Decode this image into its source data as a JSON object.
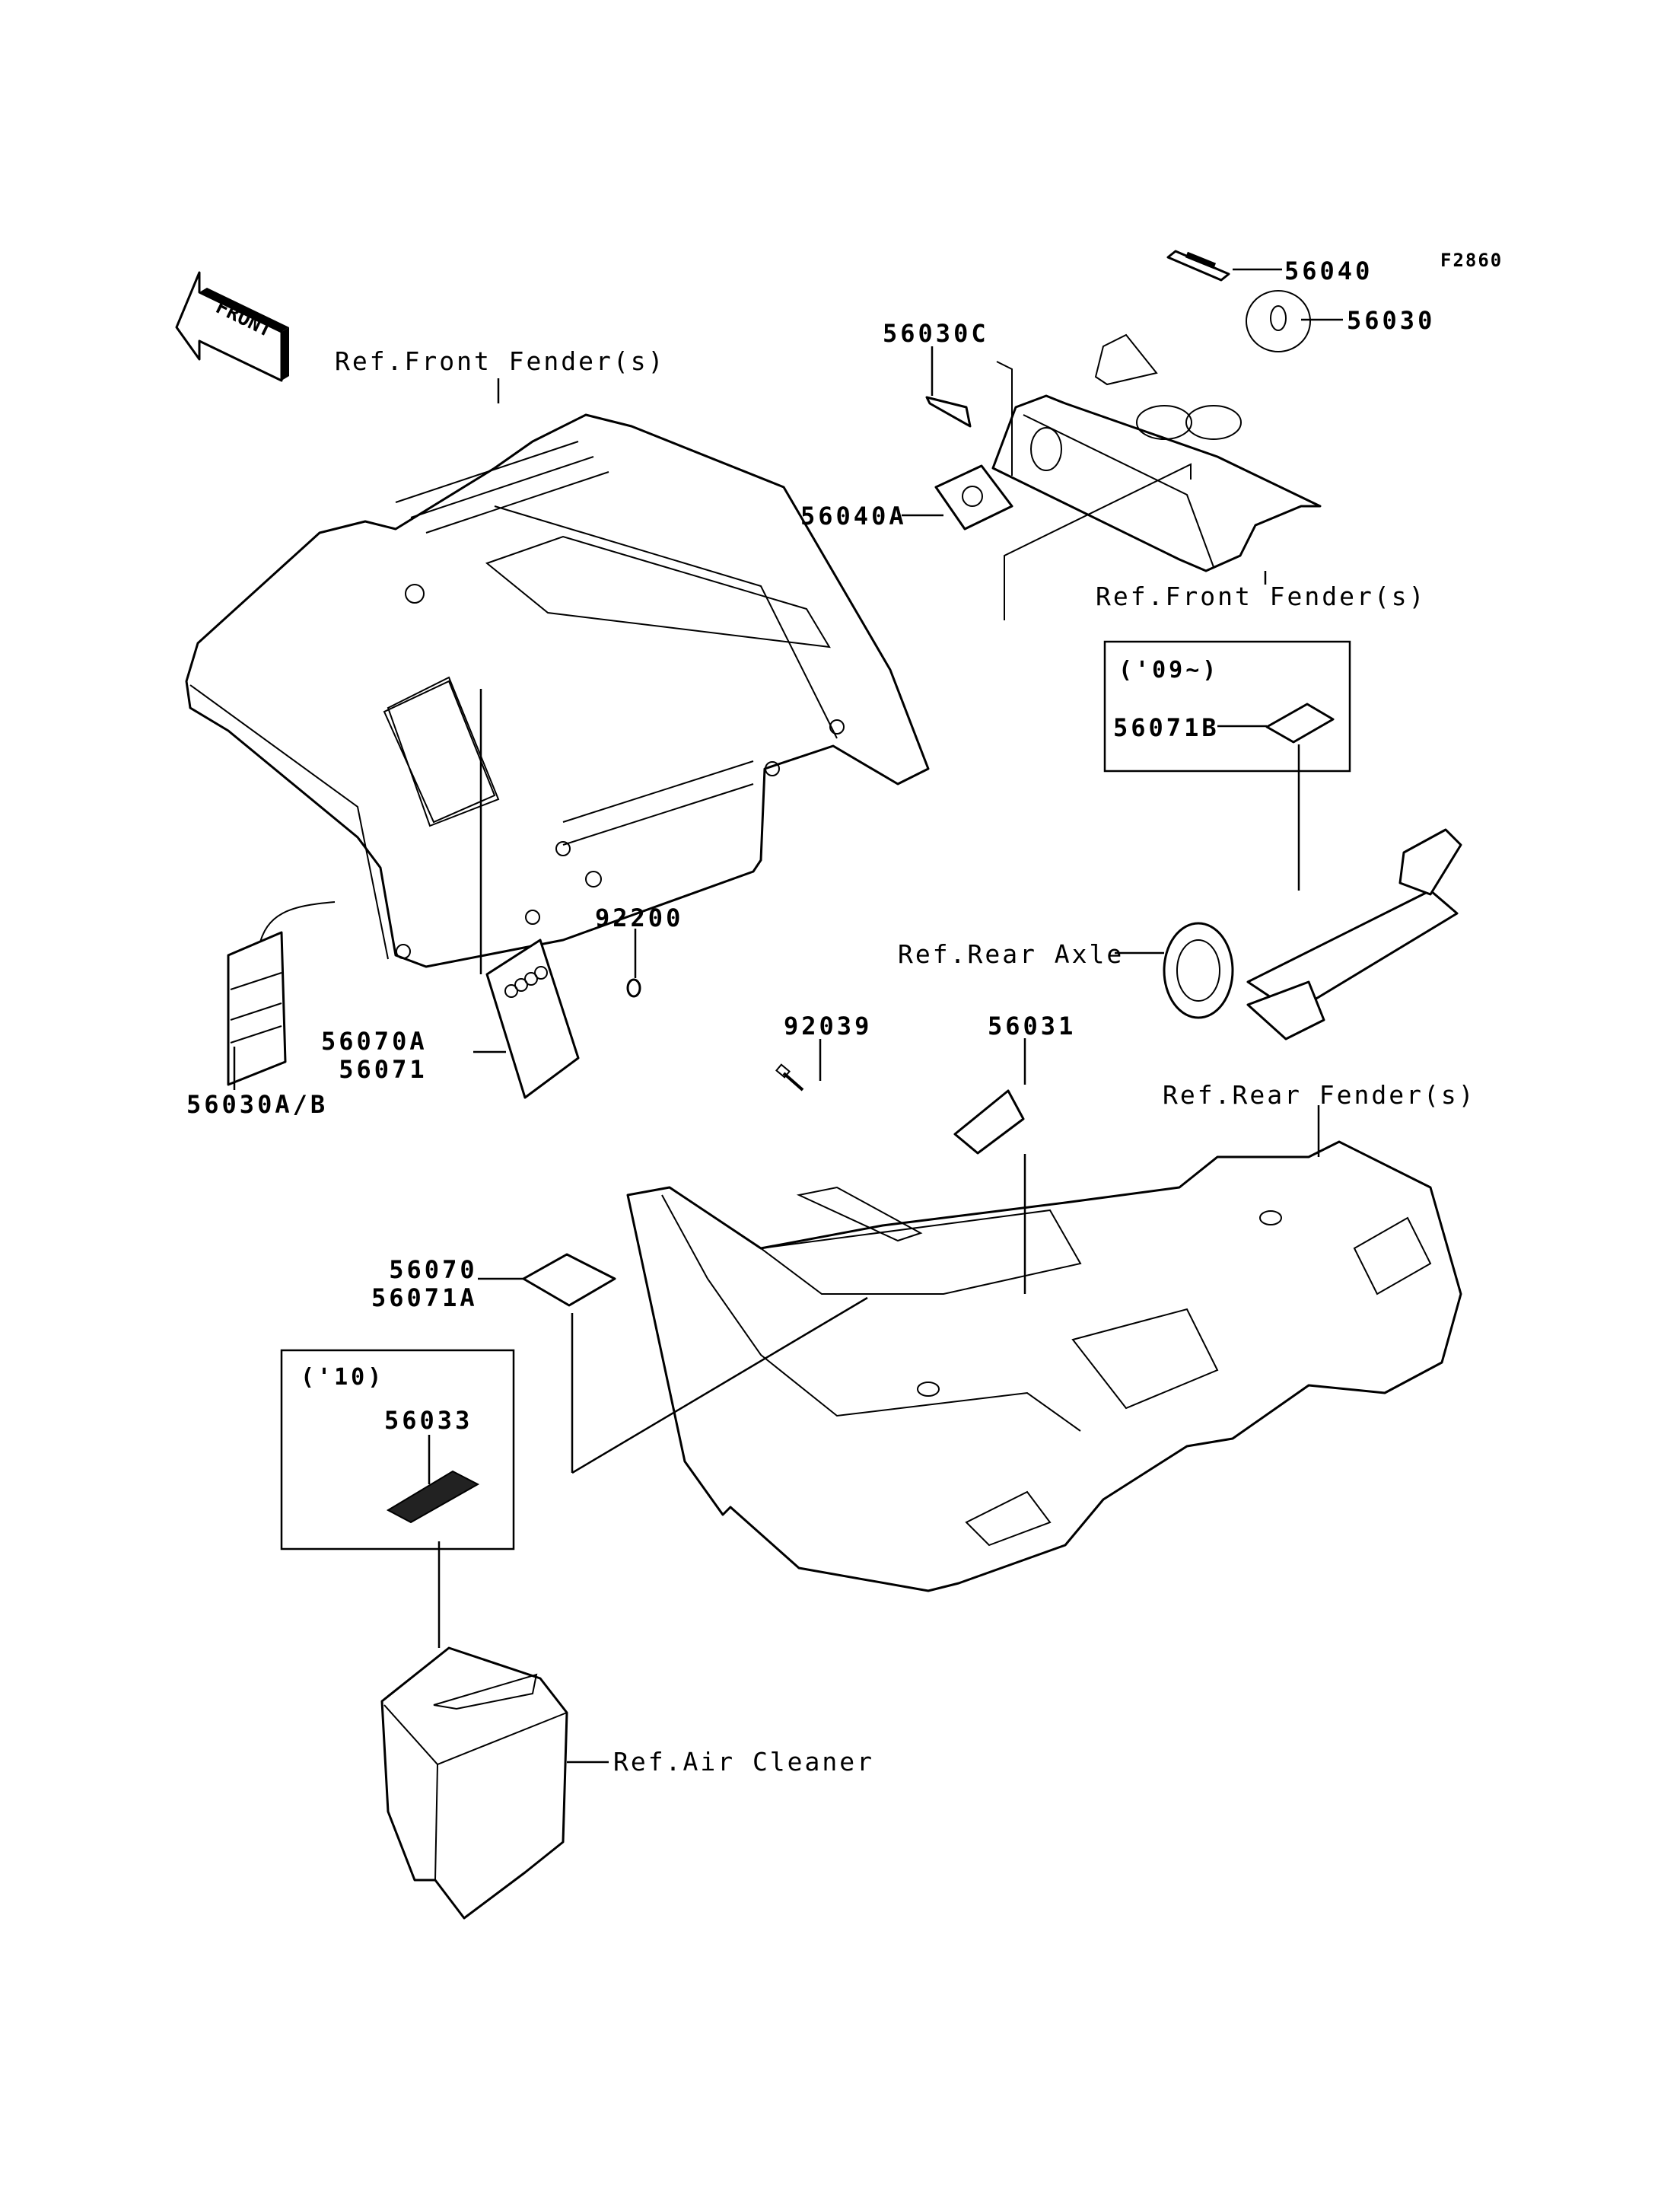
{
  "figure_id": "F2860",
  "direction_indicator": {
    "label": "FRONT",
    "icon": "front-arrow-icon"
  },
  "references": {
    "front_fender_left": "Ref.Front Fender(s)",
    "front_fender_right": "Ref.Front Fender(s)",
    "rear_axle": "Ref.Rear Axle",
    "rear_fender": "Ref.Rear Fender(s)",
    "air_cleaner": "Ref.Air Cleaner"
  },
  "variant_boxes": [
    {
      "year_label": "('09~)",
      "part": "56071B"
    },
    {
      "year_label": "('10)",
      "part": "56033"
    }
  ],
  "parts": [
    {
      "number": "56040",
      "description": "label"
    },
    {
      "number": "56030",
      "description": "label"
    },
    {
      "number": "56030C",
      "description": "label"
    },
    {
      "number": "56040A",
      "description": "label"
    },
    {
      "number": "56071B",
      "description": "label"
    },
    {
      "number": "92200",
      "description": "nut"
    },
    {
      "number": "56070A",
      "description": "label"
    },
    {
      "number": "56071",
      "description": "label"
    },
    {
      "number": "56030A/B",
      "description": "tag"
    },
    {
      "number": "92039",
      "description": "rivet"
    },
    {
      "number": "56031",
      "description": "label"
    },
    {
      "number": "56070",
      "description": "label"
    },
    {
      "number": "56071A",
      "description": "label"
    },
    {
      "number": "56033",
      "description": "label"
    }
  ]
}
